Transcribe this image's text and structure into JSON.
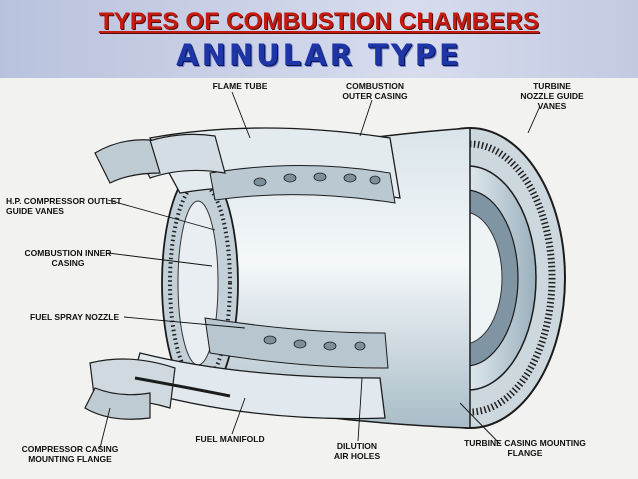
{
  "slide": {
    "title": "TYPES OF COMBUSTION CHAMBERS",
    "subtitle": "ANNULAR TYPE"
  },
  "diagram": {
    "labels": {
      "flame_tube": "FLAME TUBE",
      "combustion_outer_casing": "COMBUSTION\nOUTER CASING",
      "turbine_nozzle_guide_vanes": "TURBINE\nNOZZLE GUIDE\nVANES",
      "hp_compressor_outlet_guide_vanes": "H.P. COMPRESSOR OUTLET\nGUIDE VANES",
      "combustion_inner_casing": "COMBUSTION INNER\nCASING",
      "fuel_spray_nozzle": "FUEL SPRAY NOZZLE",
      "compressor_casing_mounting_flange": "COMPRESSOR CASING\nMOUNTING FLANGE",
      "fuel_manifold": "FUEL MANIFOLD",
      "dilution_air_holes": "DILUTION\nAIR HOLES",
      "turbine_casing_mounting_flange": "TURBINE CASING MOUNTING\nFLANGE"
    },
    "colors": {
      "title": "#c41a10",
      "subtitle": "#1e35a8",
      "header_band": "#c9d0e6",
      "leader_lines": "#c0141c"
    }
  }
}
